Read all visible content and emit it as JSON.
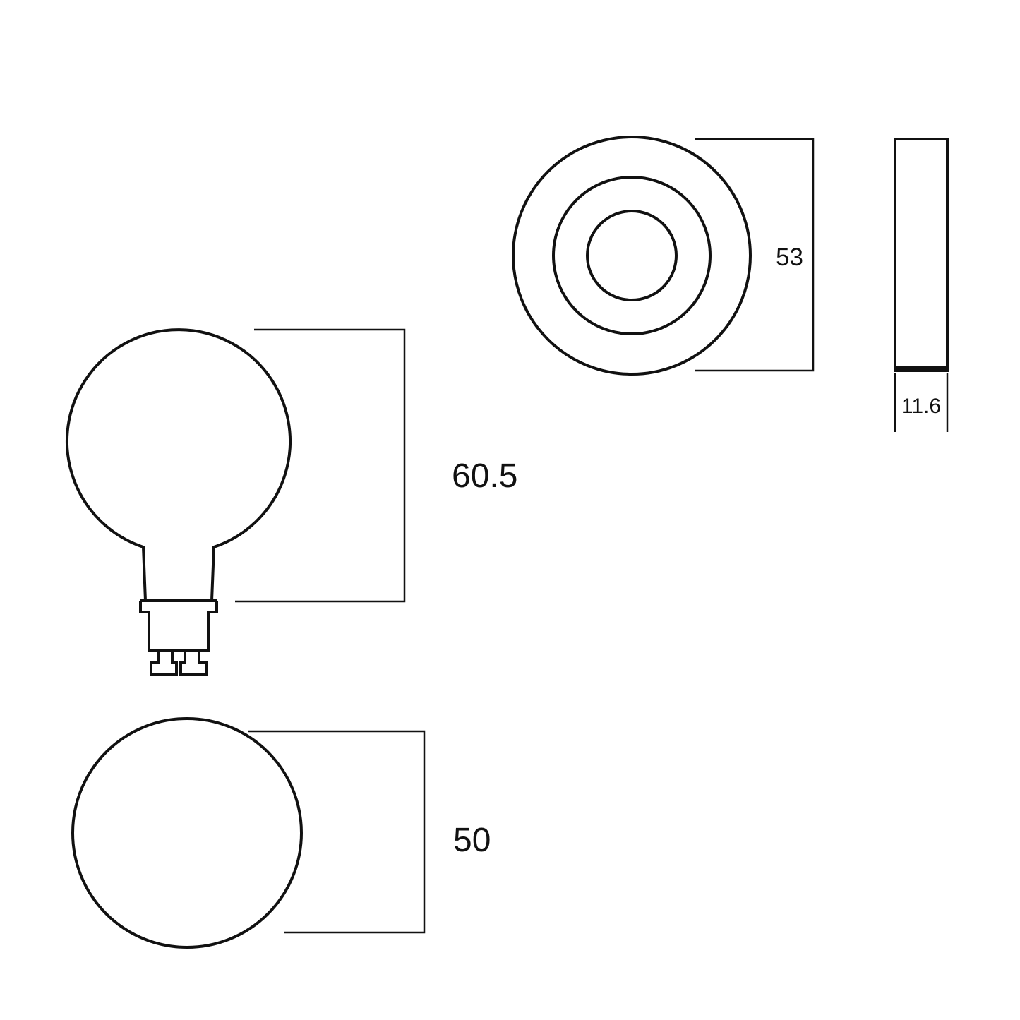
{
  "colors": {
    "line": "#111111",
    "background": "#ffffff"
  },
  "dimensions": {
    "side_height": "60.5",
    "top_diameter": "50",
    "face_diameter": "53",
    "face_thickness": "11.6"
  }
}
